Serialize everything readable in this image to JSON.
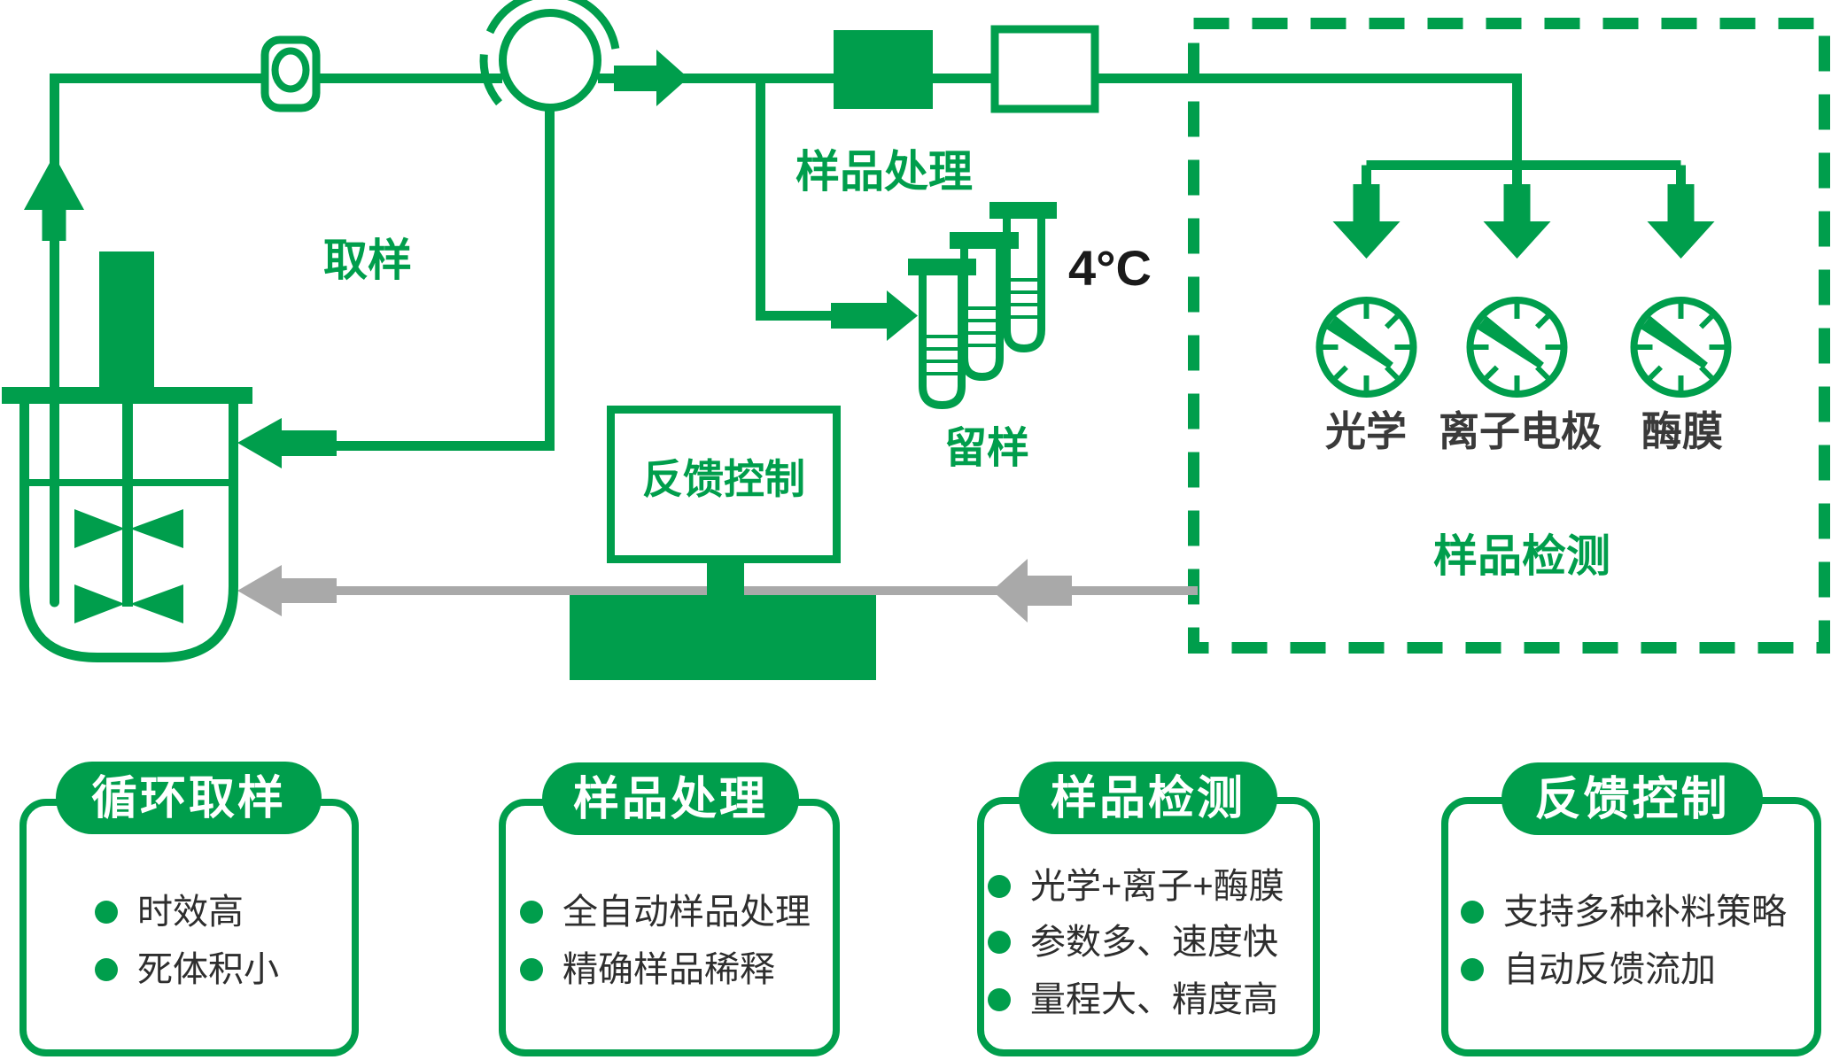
{
  "colors": {
    "accent_green": "#009E4C",
    "feedback_gray": "#A9A9A9",
    "text_dark": "#2E2E2E",
    "text_black": "#1A1A1A",
    "background": "#FFFFFF"
  },
  "diagram": {
    "labels": {
      "sampling": "取样",
      "sample_processing": "样品处理",
      "temperature": "4°C",
      "retained_sample": "留样",
      "feedback_control": "反馈控制",
      "sample_detection": "样品检测"
    },
    "gauges": [
      {
        "label": "光学"
      },
      {
        "label": "离子电极"
      },
      {
        "label": "酶膜"
      }
    ]
  },
  "cards": [
    {
      "title": "循环取样",
      "bullets": [
        "时效高",
        "死体积小"
      ]
    },
    {
      "title": "样品处理",
      "bullets": [
        "全自动样品处理",
        "精确样品稀释"
      ]
    },
    {
      "title": "样品检测",
      "bullets": [
        "光学+离子+酶膜",
        "参数多、速度快",
        "量程大、精度高"
      ]
    },
    {
      "title": "反馈控制",
      "bullets": [
        "支持多种补料策略",
        "自动反馈流加"
      ]
    }
  ]
}
